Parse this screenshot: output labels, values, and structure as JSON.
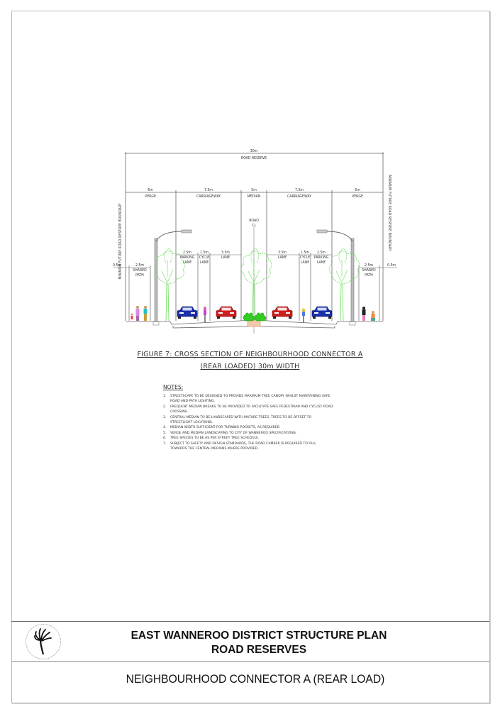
{
  "diagram": {
    "overall": {
      "dimension": "30m",
      "label": "ROAD RESERVE"
    },
    "boundary_label": "MINIMUM FUTURE ROAD RESERVE BOUNDARY",
    "road_cl": [
      "ROAD",
      "CL"
    ],
    "main_sections": [
      {
        "dimension": "6m",
        "label": "VERGE"
      },
      {
        "dimension": "7.5m",
        "label": "CARRIAGEWAY"
      },
      {
        "dimension": "5m",
        "label": "MEDIAN"
      },
      {
        "dimension": "7.5m",
        "label": "CARRIAGEWAY"
      },
      {
        "dimension": "6m",
        "label": "VERGE"
      }
    ],
    "sub_sections_left": [
      {
        "dimension": "0.5m",
        "label": ""
      },
      {
        "dimension": "2.5m",
        "label": [
          "SHARED",
          "PATH"
        ]
      },
      {
        "dimension": "2.5m",
        "label": [
          "PARKING",
          "LANE"
        ]
      },
      {
        "dimension": "1.5m",
        "label": [
          "CYCLE",
          "LANE"
        ]
      },
      {
        "dimension": "3.5m",
        "label": [
          "LANE"
        ]
      }
    ],
    "sub_sections_right": [
      {
        "dimension": "3.5m",
        "label": [
          "LANE"
        ]
      },
      {
        "dimension": "1.5m",
        "label": [
          "CYCLE",
          "LANE"
        ]
      },
      {
        "dimension": "2.5m",
        "label": [
          "PARKING",
          "LANE"
        ]
      },
      {
        "dimension": "2.5m",
        "label": [
          "SHARED",
          "PATH"
        ]
      },
      {
        "dimension": "0.5m",
        "label": ""
      }
    ],
    "colors": {
      "tree": "#66dd55",
      "car_blue": "#1a2fa8",
      "car_red": "#cc1f1f",
      "line": "#555555",
      "shrub": "#33cc22",
      "median_fill": "#f2c9a8"
    }
  },
  "figure": {
    "title_line1": "FIGURE 7: CROSS SECTION OF NEIGHBOURHOOD CONNECTOR A",
    "title_line2": "(REAR LOADED) 30m WIDTH"
  },
  "notes": {
    "heading": "NOTES:",
    "items": [
      {
        "num": "1.",
        "text": "STREETSCAPE TO BE DESIGNED TO PROVIDE MAXIMUM TREE CANOPY WHILST MAINTAINING SAFE ROAD AND PATH LIGHTING."
      },
      {
        "num": "2.",
        "text": "FREQUENT MEDIAN BREAKS TO BE PROVIDED TO FACILITATE SAFE PEDESTRIAN AND CYCLIST ROAD CROSSING."
      },
      {
        "num": "3.",
        "text": "CENTRAL MEDIAN TO BE LANDSCAPED WITH MATURE TREES, TREES TO BE OFFSET TO STREETLIGHT LOCATIONS."
      },
      {
        "num": "4.",
        "text": "MEDIAN WIDTH SUFFICIENT FOR TURNING POCKETS, AS REQUIRED"
      },
      {
        "num": "5.",
        "text": "VERGE AND MEDIAN LANDSCAPING TO CITY OF WANNEROO SPECIFICATIONS."
      },
      {
        "num": "6.",
        "text": "TREE SPECIES TO BE AS PER STREET TREE SCHEDULE."
      },
      {
        "num": "7.",
        "text": "SUBJECT TO SAFETY AND DESIGN STANDARDS, THE ROAD CAMBER IS REQUIRED TO FALL TOWARDS THE CENTRAL MEDIANS WHERE PROVIDED."
      }
    ]
  },
  "title_block": {
    "logo": "kangaroo-paw-logo",
    "title_line1": "EAST WANNEROO DISTRICT STRUCTURE PLAN",
    "title_line2": "ROAD RESERVES",
    "subtitle": "NEIGHBOURHOOD CONNECTOR A (REAR LOAD)"
  }
}
